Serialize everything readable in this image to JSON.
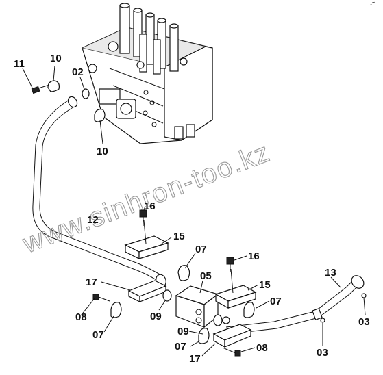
{
  "watermark": "www.sinhron-too.kz",
  "corner_mark": "‐˜",
  "callouts": {
    "c11": "11",
    "c10a": "10",
    "c02": "02",
    "c10b": "10",
    "c12": "12",
    "c16a": "16",
    "c15a": "15",
    "c07a": "07",
    "c17a": "17",
    "c05": "05",
    "c16b": "16",
    "c15b": "15",
    "c13": "13",
    "c08a": "08",
    "c09a": "09",
    "c07b": "07",
    "c07c": "07",
    "c03a": "03",
    "c09b": "09",
    "c07d": "07",
    "c08b": "08",
    "c03b": "03",
    "c17b": "17"
  }
}
